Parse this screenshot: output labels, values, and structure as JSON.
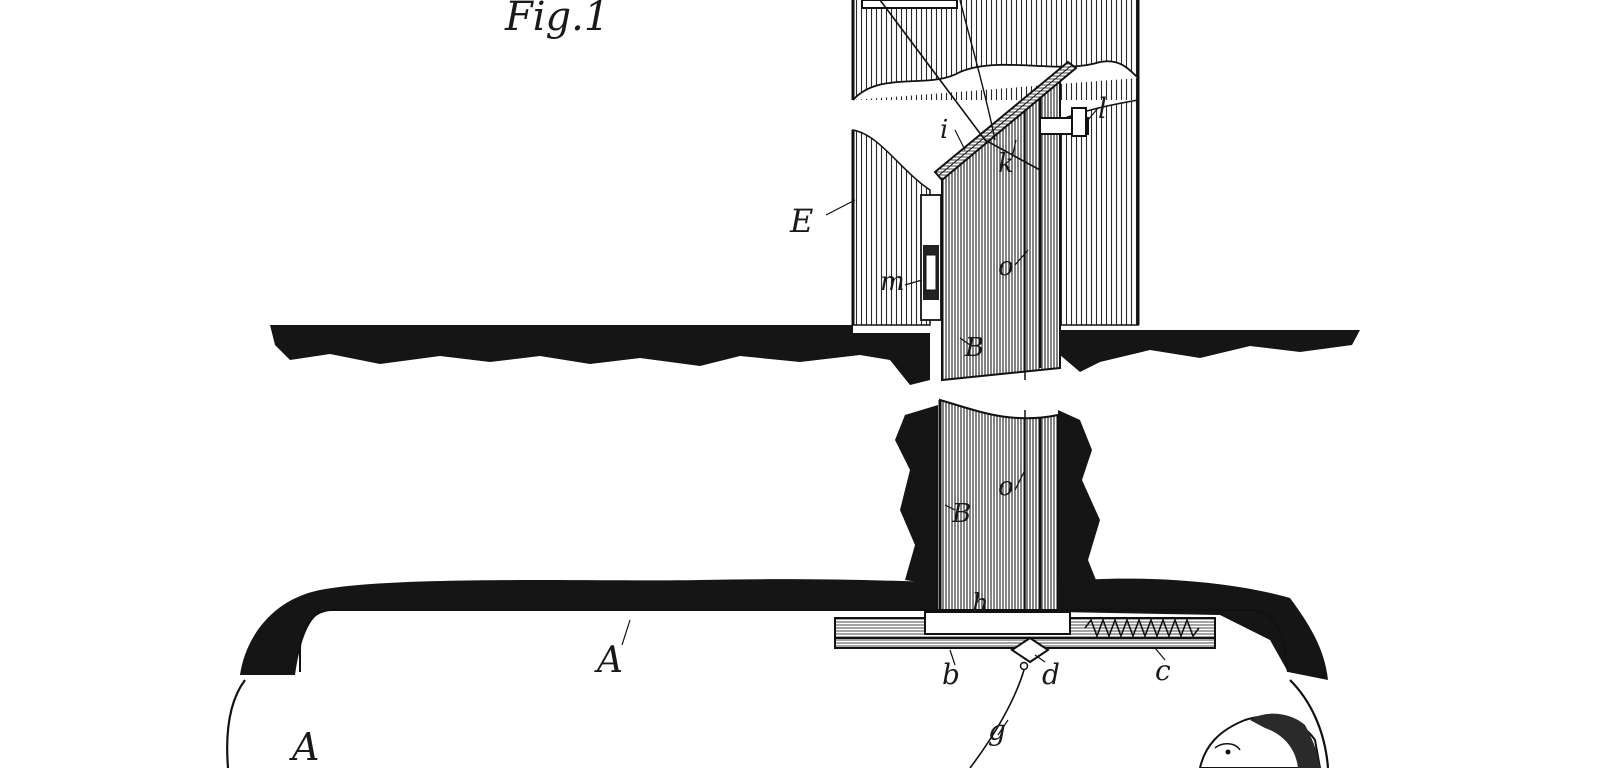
{
  "figure": {
    "title": "Fig.1",
    "labels": {
      "E": "E",
      "i": "i",
      "k": "k",
      "l": "l",
      "m": "m",
      "o_upper": "o",
      "B_upper": "B",
      "o_lower": "o",
      "B_lower": "B",
      "h": "h",
      "A_ceiling": "A",
      "b": "b",
      "d": "d",
      "c": "c",
      "g": "g",
      "A_room": "A"
    }
  },
  "icons": [
    "human-head-icon"
  ]
}
